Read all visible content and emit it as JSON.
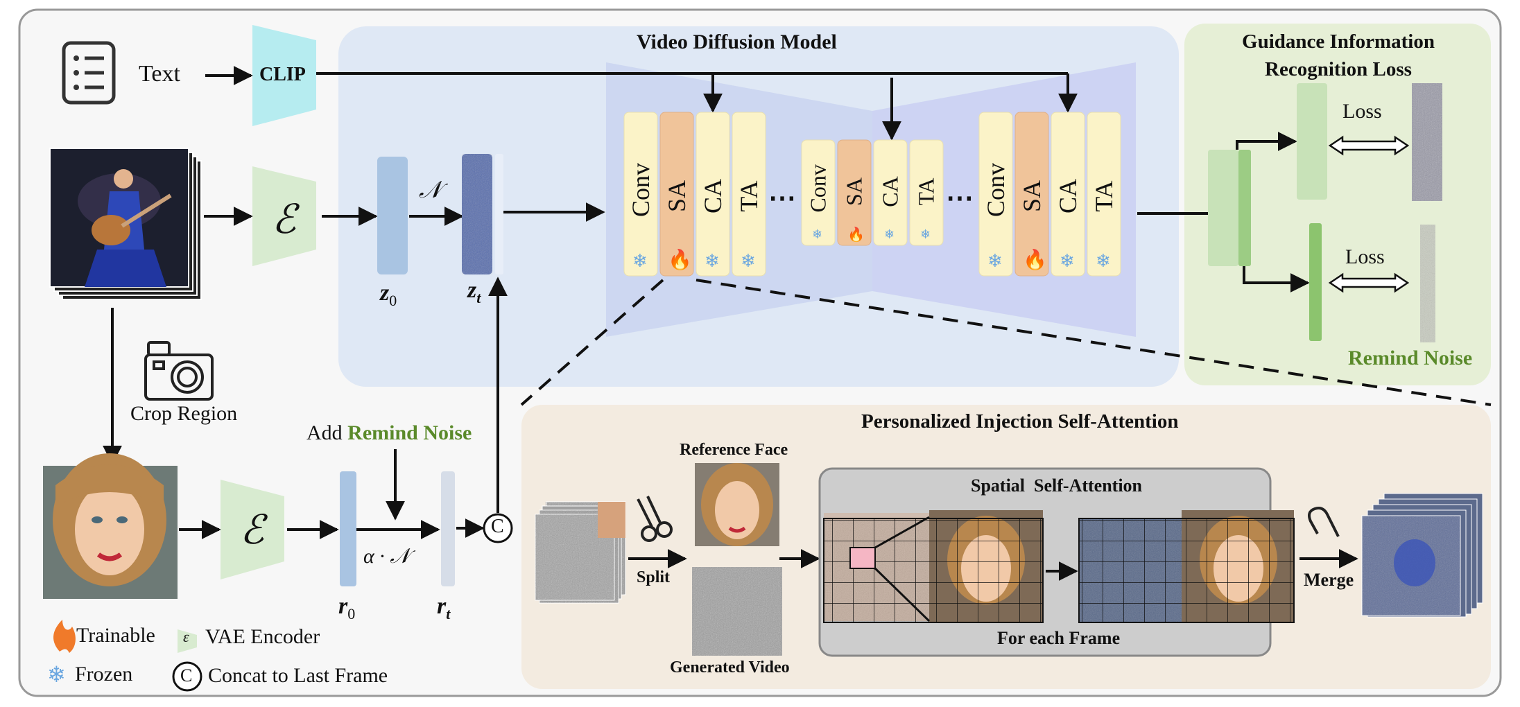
{
  "titles": {
    "vdm": "Video Diffusion Model",
    "guidance": "Guidance Information Recognition Loss",
    "pisa": "Personalized Injection Self-Attention",
    "spatial": "Spatial  Self-Attention"
  },
  "left": {
    "text": "Text",
    "clip": "CLIP",
    "crop_region": "Crop Region",
    "add_prefix": "Add",
    "remind_noise": "Remind Noise",
    "alpha_noise": "α · 𝒩",
    "noise_symbol": "𝒩",
    "concat_symbol": "C",
    "encoder_symbol": "ℰ"
  },
  "latents": {
    "z0": "z",
    "z0_sub": "0",
    "zt": "z",
    "zt_sub": "t",
    "r0": "r",
    "r0_sub": "0",
    "rt": "r",
    "rt_sub": "t"
  },
  "unet": {
    "group1": [
      "Conv",
      "SA",
      "CA",
      "TA"
    ],
    "group2": [
      "Conv",
      "SA",
      "CA",
      "TA"
    ],
    "group3": [
      "Conv",
      "SA",
      "CA",
      "TA"
    ],
    "ellipsis": "⋯"
  },
  "guidance": {
    "loss_top": "Loss",
    "loss_bottom": "Loss",
    "remind_noise": "Remind Noise"
  },
  "pisa": {
    "reference_face": "Reference Face",
    "split": "Split",
    "generated_video": "Generated Video",
    "for_each_frame": "For each Frame",
    "merge": "Merge"
  },
  "legend": {
    "trainable": "Trainable",
    "frozen": "Frozen",
    "vae_encoder": "VAE Encoder",
    "vae_symbol": "ε",
    "concat": "Concat to Last Frame",
    "concat_symbol": "C"
  },
  "colors": {
    "vdm_bg": "#dfe8f5",
    "guidance_bg": "#e8f0d8",
    "pisa_bg": "#f3ebe0",
    "block_yellow": "#fbf3c8",
    "block_orange": "#f0c49a",
    "encoder_green": "#d8ebd0",
    "clip_cyan": "#b6ecf0",
    "latent_blue": "#a9c4e2",
    "latent_noisy": "#5a6fae",
    "remind_green": "#5a8a2a",
    "frozen_blue": "#6aa6e0",
    "trainable_orange": "#f07a2a"
  },
  "icons": [
    "document-list-icon",
    "camera-icon",
    "scissors-icon",
    "paperclip-icon",
    "flame-icon",
    "snowflake-icon",
    "concat-circle-icon"
  ]
}
